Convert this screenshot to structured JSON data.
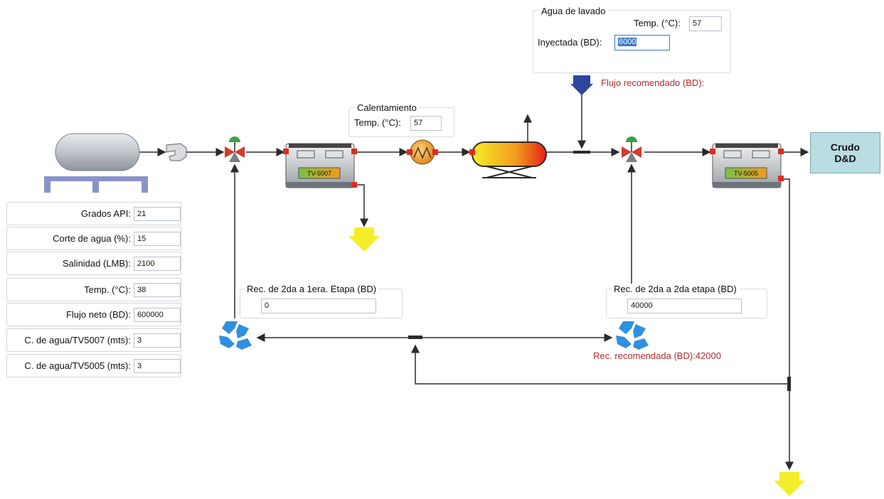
{
  "wash_water": {
    "title": "Agua de lavado",
    "temp_label": "Temp. (°C):",
    "temp_value": "57",
    "injected_label": "Inyectada (BD):",
    "injected_value": "6000",
    "recommended_flow": "Flujo recomendado (BD):"
  },
  "heating": {
    "title": "Calentamiento",
    "temp_label": "Temp. (°C):",
    "temp_value": "57"
  },
  "recirc_1": {
    "title": "Rec. de 2da a 1era. Etapa (BD)",
    "value": "0"
  },
  "recirc_2": {
    "title": "Rec. de 2da a 2da etapa (BD)",
    "value": "40000",
    "recommended": "Rec. recomendada (BD):42000"
  },
  "vessels": {
    "first": "TV-5007",
    "second": "TV-5005"
  },
  "output": {
    "label_line1": "Crudo",
    "label_line2": "D&D"
  },
  "parameters": [
    {
      "label": "Grados API:",
      "value": "21"
    },
    {
      "label": "Corte de agua (%):",
      "value": "15"
    },
    {
      "label": "Salinidad (LMB):",
      "value": "2100"
    },
    {
      "label": "Temp. (°C):",
      "value": "38"
    },
    {
      "label": "Flujo neto (BD):",
      "value": "600000"
    },
    {
      "label": "C. de agua/TV5007 (mts):",
      "value": "3"
    },
    {
      "label": "C. de agua/TV5005 (mts):",
      "value": "3"
    }
  ],
  "colors": {
    "line": "#2b2b2b",
    "drain_arrow": "#f4ee2a",
    "wash_arrow": "#2f45a0",
    "recycle_icon": "#2f8fe0",
    "highlight_text": "#b0292e",
    "output_box": "#b9dde2"
  }
}
